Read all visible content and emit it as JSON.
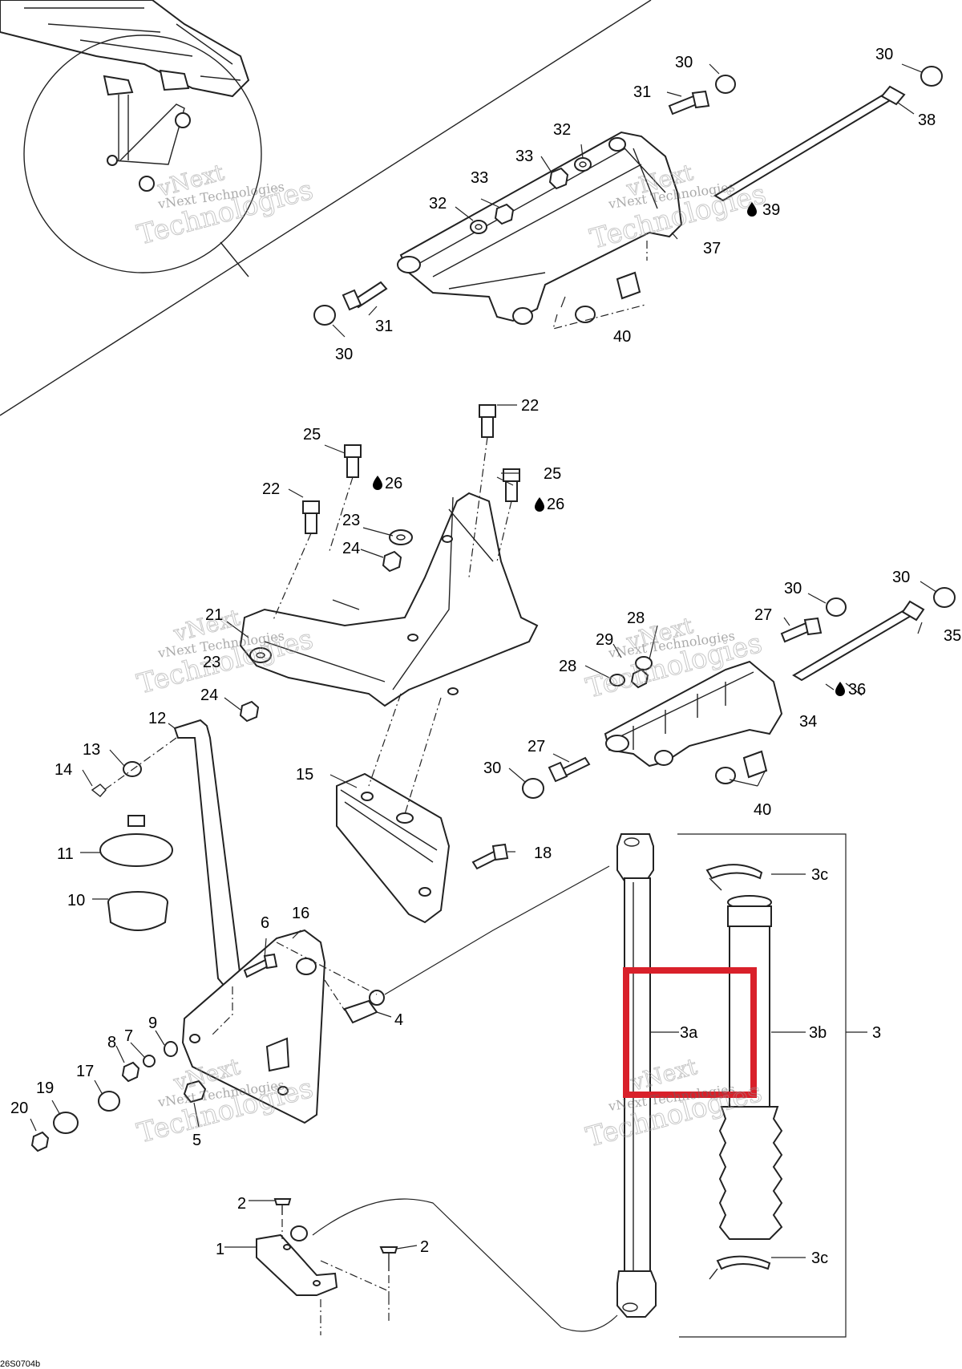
{
  "diagram_code": "26S0704b",
  "watermark": {
    "line1": "vNext",
    "line2": "vNext Technologies",
    "line3": "Technologies"
  },
  "highlight_color": "#d9202a",
  "callouts": {
    "c1": "1",
    "c2a": "2",
    "c2b": "2",
    "c3": "3",
    "c3a": "3a",
    "c3b": "3b",
    "c3c_top": "3c",
    "c3c_bot": "3c",
    "c4": "4",
    "c5": "5",
    "c6": "6",
    "c7": "7",
    "c8": "8",
    "c9": "9",
    "c10": "10",
    "c11": "11",
    "c12": "12",
    "c13": "13",
    "c14": "14",
    "c15": "15",
    "c16": "16",
    "c17": "17",
    "c18": "18",
    "c19": "19",
    "c20": "20",
    "c21": "21",
    "c22a": "22",
    "c22b": "22",
    "c23a": "23",
    "c23b": "23",
    "c24a": "24",
    "c24b": "24",
    "c25a": "25",
    "c25b": "25",
    "c26a": "26",
    "c26b": "26",
    "c27a": "27",
    "c27b": "27",
    "c28a": "28",
    "c28b": "28",
    "c29": "29",
    "c30a": "30",
    "c30b": "30",
    "c30c": "30",
    "c30d": "30",
    "c30e": "30",
    "c30f": "30",
    "c31a": "31",
    "c31b": "31",
    "c32a": "32",
    "c32b": "32",
    "c33a": "33",
    "c33b": "33",
    "c34": "34",
    "c35": "35",
    "c36": "36",
    "c37": "37",
    "c38": "38",
    "c39": "39",
    "c40a": "40",
    "c40b": "40"
  }
}
